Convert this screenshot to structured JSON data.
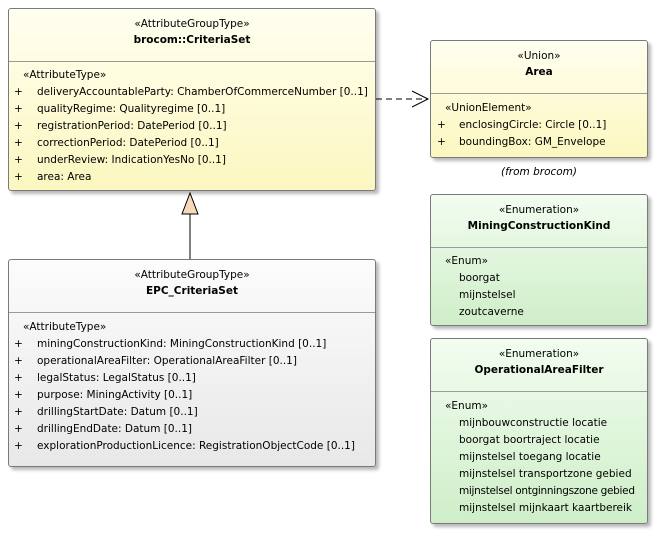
{
  "criteria_set": {
    "stereotype": "«AttributeGroupType»",
    "name": "brocom::CriteriaSet",
    "section_title": "«AttributeType»",
    "attributes": [
      "deliveryAccountableParty: ChamberOfCommerceNumber [0..1]",
      "qualityRegime: Qualityregime [0..1]",
      "registrationPeriod: DatePeriod [0..1]",
      "correctionPeriod: DatePeriod [0..1]",
      "underReview: IndicationYesNo [0..1]",
      "area: Area"
    ]
  },
  "epc_criteria_set": {
    "stereotype": "«AttributeGroupType»",
    "name": "EPC_CriteriaSet",
    "section_title": "«AttributeType»",
    "attributes": [
      "miningConstructionKind: MiningConstructionKind [0..1]",
      "operationalAreaFilter: OperationalAreaFilter [0..1]",
      "legalStatus: LegalStatus [0..1]",
      "purpose: MiningActivity [0..1]",
      "drillingStartDate: Datum [0..1]",
      "drillingEndDate: Datum [0..1]",
      "explorationProductionLicence: RegistrationObjectCode [0..1]"
    ]
  },
  "area": {
    "stereotype": "«Union»",
    "name": "Area",
    "section_title": "«UnionElement»",
    "attributes": [
      "enclosingCircle: Circle [0..1]",
      "boundingBox: GM_Envelope"
    ],
    "from_note": "(from brocom)"
  },
  "mining_construction_kind": {
    "stereotype": "«Enumeration»",
    "name": "MiningConstructionKind",
    "section_title": "«Enum»",
    "literals": [
      "boorgat",
      "mijnstelsel",
      "zoutcaverne"
    ]
  },
  "operational_area_filter": {
    "stereotype": "«Enumeration»",
    "name": "OperationalAreaFilter",
    "section_title": "«Enum»",
    "literals": [
      "mijnbouwconstructie locatie",
      "boorgat boortraject locatie",
      "mijnstelsel toegang locatie",
      "mijnstelsel transportzone gebied",
      "mijnstelsel ontginningszone gebied",
      "mijnstelsel mijnkaart kaartbereik"
    ]
  },
  "visibility_marker": "+",
  "colors": {
    "attribute_group_fill": "#fcf7c0",
    "subclass_fill": "#e8e8e8",
    "enumeration_fill": "#cfeec8",
    "border": "#7a7a7a",
    "generalization_arrow": "#f5d9b8"
  }
}
